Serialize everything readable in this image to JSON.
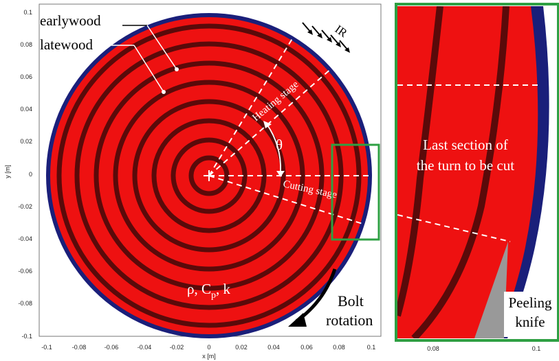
{
  "left_panel": {
    "x_ticks": [
      "-0.1",
      "-0.08",
      "-0.06",
      "-0.04",
      "-0.02",
      "0",
      "0.02",
      "0.04",
      "0.06",
      "0.08",
      "0.1"
    ],
    "y_ticks": [
      "0.1",
      "0.08",
      "0.06",
      "0.04",
      "0.02",
      "0",
      "-0.02",
      "-0.04",
      "-0.06",
      "-0.08",
      "-0.1"
    ],
    "xlabel": "x [m]",
    "ylabel": "y [m]"
  },
  "labels": {
    "earlywood": "earlywood",
    "latewood": "latewood",
    "ir": "IR",
    "heating_stage": "Heating stage",
    "theta": "θ",
    "cutting_stage": "Cutting stage",
    "properties": {
      "rho": "ρ, C",
      "sub": "p",
      "rest": ", k"
    },
    "bolt": "Bolt",
    "rotation": "rotation"
  },
  "right_panel": {
    "caption_line1": "Last section of",
    "caption_line2": "the turn to be cut",
    "peeling": "Peeling",
    "knife": "knife",
    "x_ticks": [
      "0.08",
      "0.1"
    ]
  },
  "colors": {
    "wood": "#ee1111",
    "ring": "#5a0a0a",
    "bark": "#1a1f7a",
    "highlight": "#2ea043",
    "knife": "#999999"
  }
}
